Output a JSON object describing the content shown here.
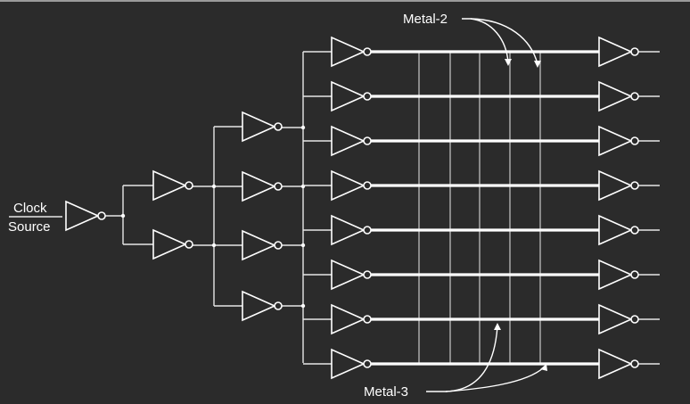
{
  "labels": {
    "clock_line1": "Clock",
    "clock_line2": "Source",
    "metal2": "Metal-2",
    "metal3": "Metal-3"
  },
  "colors": {
    "background": "#2b2b2b",
    "ink": "#ffffff"
  }
}
